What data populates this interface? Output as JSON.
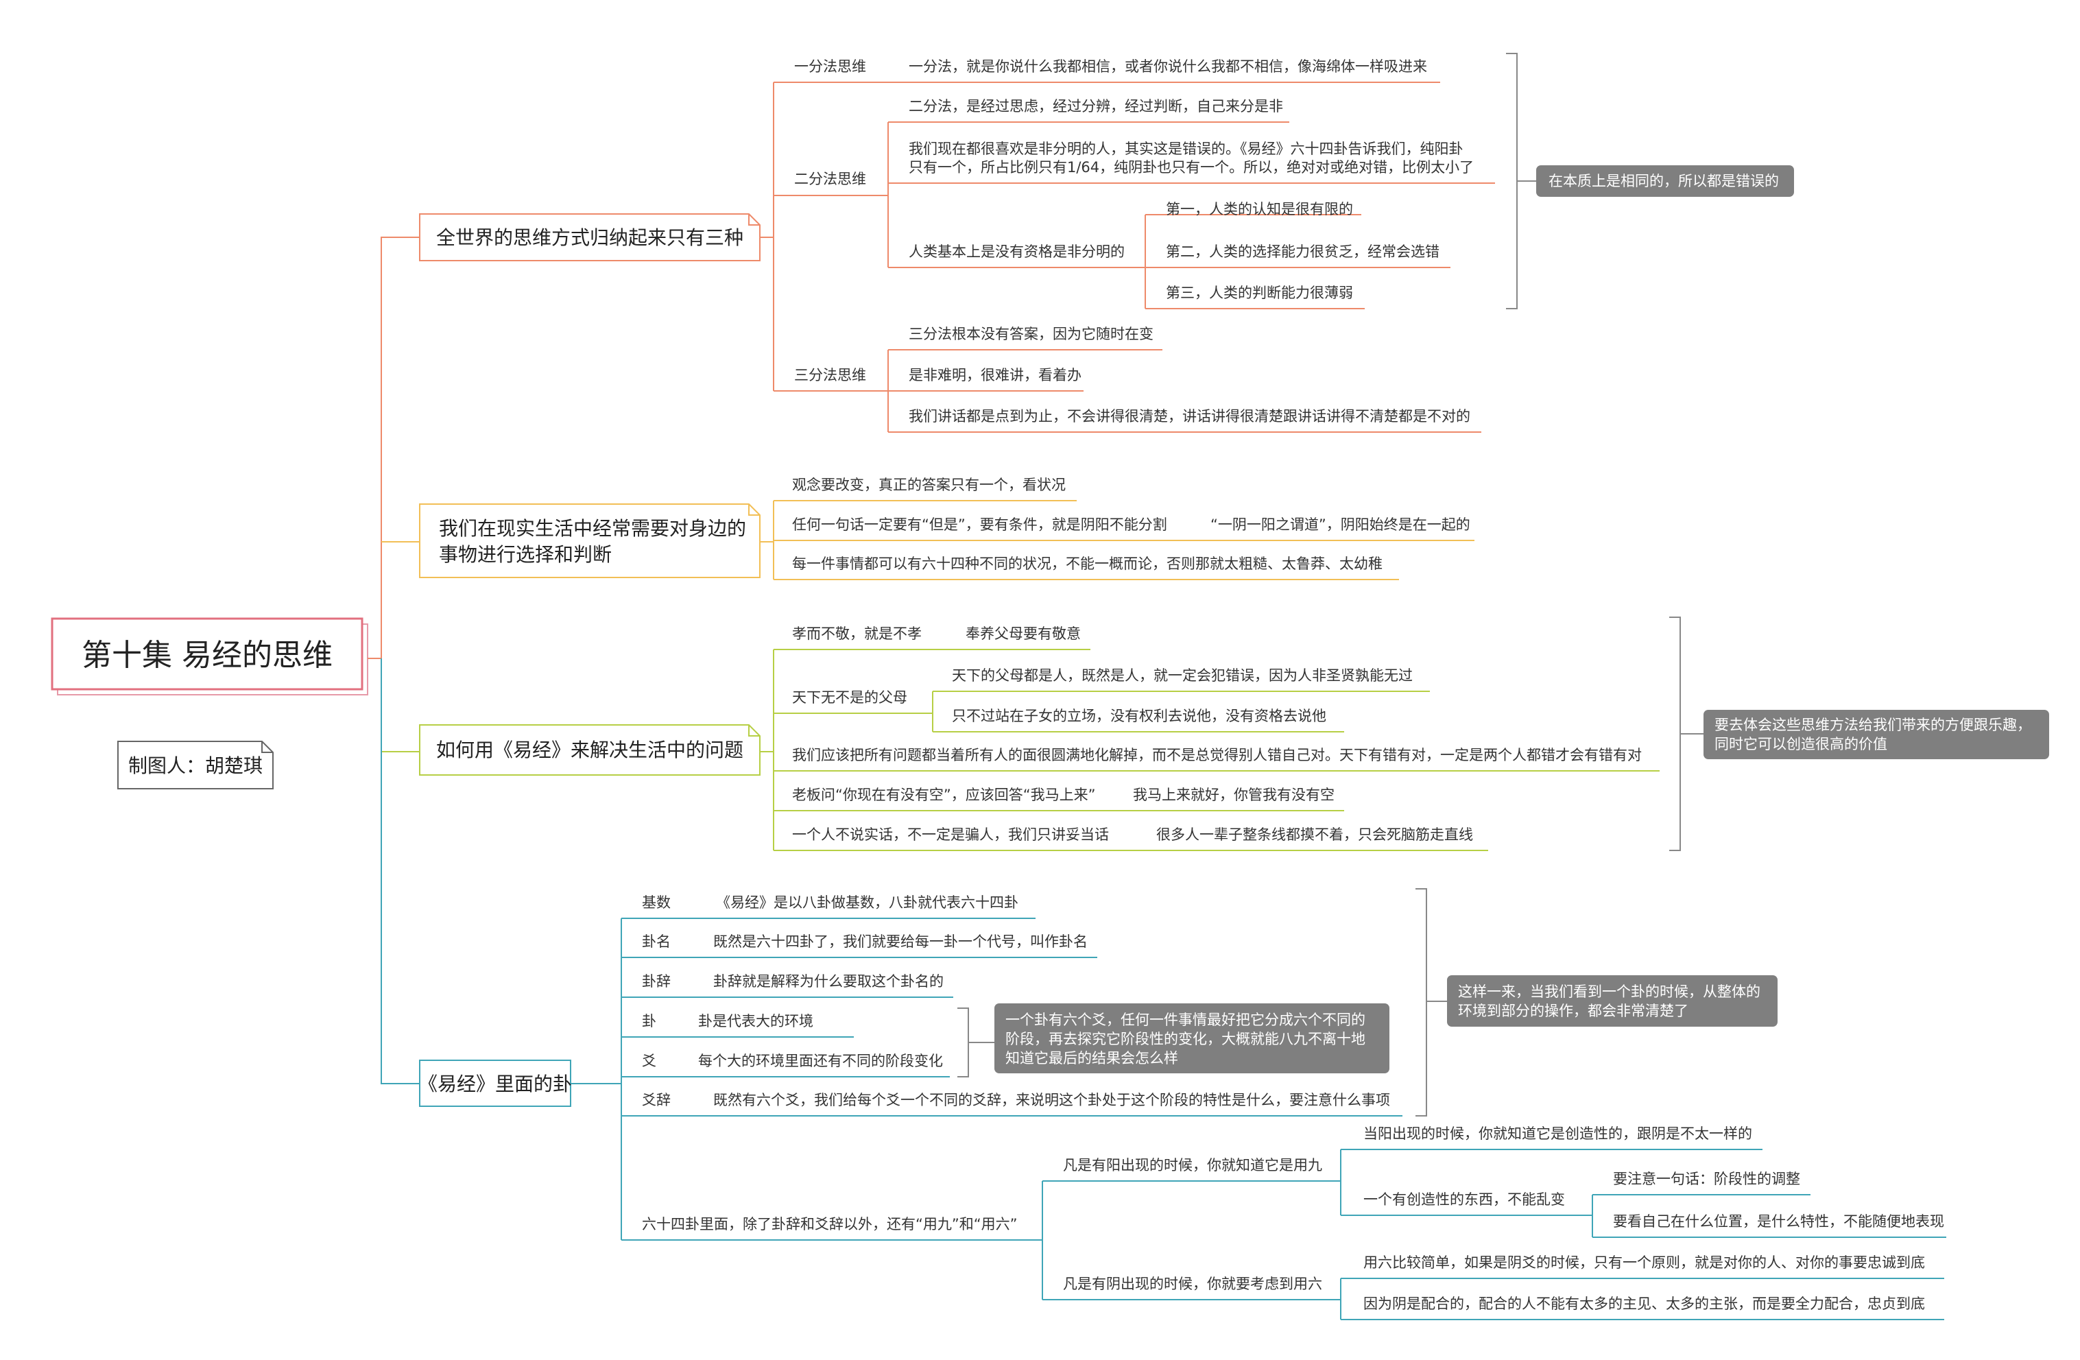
{
  "title": "第十集 易经的思维",
  "author": "制图人：胡楚琪",
  "colors": {
    "branch1": "#ee8a6a",
    "branch2": "#f2bf56",
    "branch3": "#b7cf45",
    "branch4": "#3fa5b7",
    "summary": "#7f7f7f"
  },
  "branch1": {
    "label": "全世界的思维方式归纳起来只有三种",
    "one": {
      "label": "一分法思维",
      "desc": "一分法，就是你说什么我都相信，或者你说什么我都不相信，像海绵体一样吸进来"
    },
    "two": {
      "label": "二分法思维",
      "desc1": "二分法，是经过思虑，经过分辨，经过判断，自己来分是非",
      "desc2a": "我们现在都很喜欢是非分明的人，其实这是错误的。《易经》六十四卦告诉我们，纯阳卦",
      "desc2b": "只有一个，所占比例只有1/64，纯阴卦也只有一个。所以，绝对对或绝对错，比例太小了",
      "human": "人类基本上是没有资格是非分明的",
      "points": [
        "第一，人类的认知是很有限的",
        "第二，人类的选择能力很贫乏，经常会选错",
        "第三，人类的判断能力很薄弱"
      ]
    },
    "three": {
      "label": "三分法思维",
      "items": [
        "三分法根本没有答案，因为它随时在变",
        "是非难明，很难讲，看着办",
        "我们讲话都是点到为止，不会讲得很清楚，讲话讲得很清楚跟讲话讲得不清楚都是不对的"
      ]
    },
    "summary": "在本质上是相同的，所以都是错误的"
  },
  "branch2": {
    "label_line1": "我们在现实生活中经常需要对身边的",
    "label_line2": "事物进行选择和判断",
    "items": [
      "观念要改变，真正的答案只有一个，看状况",
      "任何一句话一定要有“但是”，要有条件，就是阴阳不能分割",
      "每一件事情都可以有六十四种不同的状况，不能一概而论，否则那就太粗糙、太鲁莽、太幼稚"
    ],
    "sub": "“一阴一阳之谓道”，阴阳始终是在一起的"
  },
  "branch3": {
    "label": "如何用《易经》来解决生活中的问题",
    "filial": {
      "label": "孝而不敬，就是不孝",
      "child": "奉养父母要有敬意"
    },
    "parents": {
      "label": "天下无不是的父母",
      "children": [
        "天下的父母都是人，既然是人，就一定会犯错误，因为人非圣贤孰能无过",
        "只不过站在子女的立场，没有权利去说他，没有资格去说他"
      ]
    },
    "solve": "我们应该把所有问题都当着所有人的面很圆满地化解掉，而不是总觉得别人错自己对。天下有错有对，一定是两个人都错才会有错有对",
    "boss": {
      "label": "老板问“你现在有没有空”，应该回答“我马上来”",
      "child": "我马上来就好，你管我有没有空"
    },
    "lie": {
      "label": "一个人不说实话，不一定是骗人，我们只讲妥当话",
      "child": "很多人一辈子整条线都摸不着，只会死脑筋走直线"
    },
    "summary_line1": "要去体会这些思维方法给我们带来的方便跟乐趣，",
    "summary_line2": "同时它可以创造很高的价值"
  },
  "branch4": {
    "label": "《易经》里面的卦",
    "items": [
      {
        "k": "基数",
        "v": "《易经》是以八卦做基数，八卦就代表六十四卦"
      },
      {
        "k": "卦名",
        "v": "既然是六十四卦了，我们就要给每一卦一个代号，叫作卦名"
      },
      {
        "k": "卦辞",
        "v": "卦辞就是解释为什么要取这个卦名的"
      },
      {
        "k": "卦",
        "v": "卦是代表大的环境"
      },
      {
        "k": "爻",
        "v": "每个大的环境里面还有不同的阶段变化"
      },
      {
        "k": "爻辞",
        "v": "既然有六个爻，我们给每个爻一个不同的爻辞，来说明这个卦处于这个阶段的特性是什么，要注意什么事项"
      }
    ],
    "yao_summary": [
      "一个卦有六个爻，任何一件事情最好把它分成六个不同的",
      "阶段，再去探究它阶段性的变化，大概就能八九不离十地",
      "知道它最后的结果会怎么样"
    ],
    "summary_line1": "这样一来，当我们看到一个卦的时候，从整体的",
    "summary_line2": "环境到部分的操作，都会非常清楚了",
    "yongjiu": {
      "label": "六十四卦里面，除了卦辞和爻辞以外，还有“用九”和“用六”",
      "yang": {
        "label": "凡是有阳出现的时候，你就知道它是用九",
        "c1": "当阳出现的时候，你就知道它是创造性的，跟阴是不太一样的",
        "c2": "一个有创造性的东西，不能乱变",
        "c2a": "要注意一句话：阶段性的调整",
        "c2b": "要看自己在什么位置，是什么特性，不能随便地表现"
      },
      "yin": {
        "label": "凡是有阴出现的时候，你就要考虑到用六",
        "c1": "用六比较简单，如果是阴爻的时候，只有一个原则，就是对你的人、对你的事要忠诚到底",
        "c2": "因为阴是配合的，配合的人不能有太多的主见、太多的主张，而是要全力配合，忠贞到底"
      }
    }
  }
}
